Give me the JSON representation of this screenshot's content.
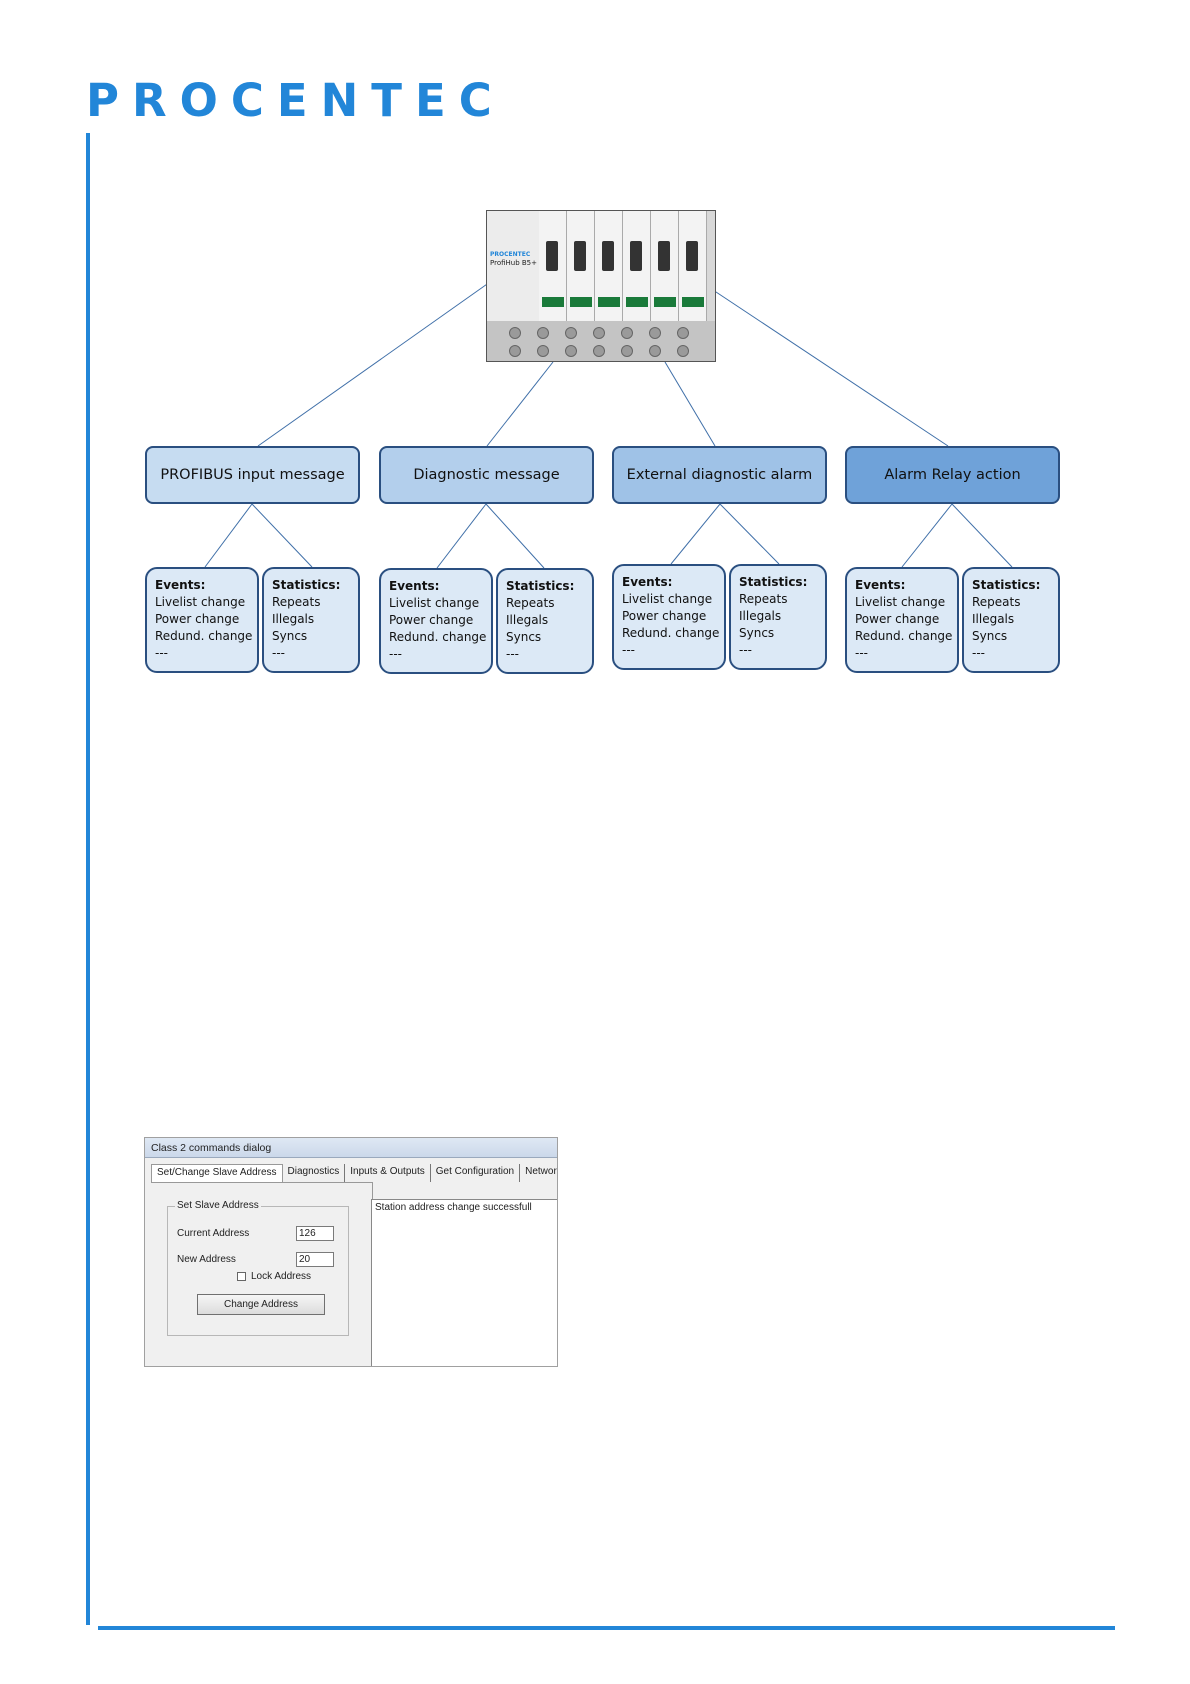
{
  "header": {
    "logo_text": "PROCENTEC",
    "brand_color": "#2286d8"
  },
  "device": {
    "brand": "PROCENTEC",
    "model": "ProfiHub B5+"
  },
  "diagram": {
    "categories": [
      {
        "label": "PROFIBUS input message",
        "fill": "#c6dcf1"
      },
      {
        "label": "Diagnostic message",
        "fill": "#b3cfec"
      },
      {
        "label": "External diagnostic  alarm",
        "fill": "#9fc2e7"
      },
      {
        "label": "Alarm Relay action",
        "fill": "#6fa2d9"
      }
    ],
    "events": {
      "heading": "Events:",
      "items": [
        "Livelist change",
        "Power change",
        "Redund. change",
        "---"
      ]
    },
    "statistics": {
      "heading": "Statistics:",
      "items": [
        "Repeats",
        "Illegals",
        "Syncs",
        "---"
      ]
    }
  },
  "dialog": {
    "title": "Class 2 commands dialog",
    "tabs": [
      "Set/Change Slave Address",
      "Diagnostics",
      "Inputs & Outputs",
      "Get Configuration",
      "Network scan"
    ],
    "group_title": "Set Slave Address",
    "current_address_label": "Current Address",
    "current_address_value": "126",
    "new_address_label": "New Address",
    "new_address_value": "20",
    "lock_label": "Lock Address",
    "button_label": "Change Address",
    "output_text": "Station address change successfull"
  }
}
